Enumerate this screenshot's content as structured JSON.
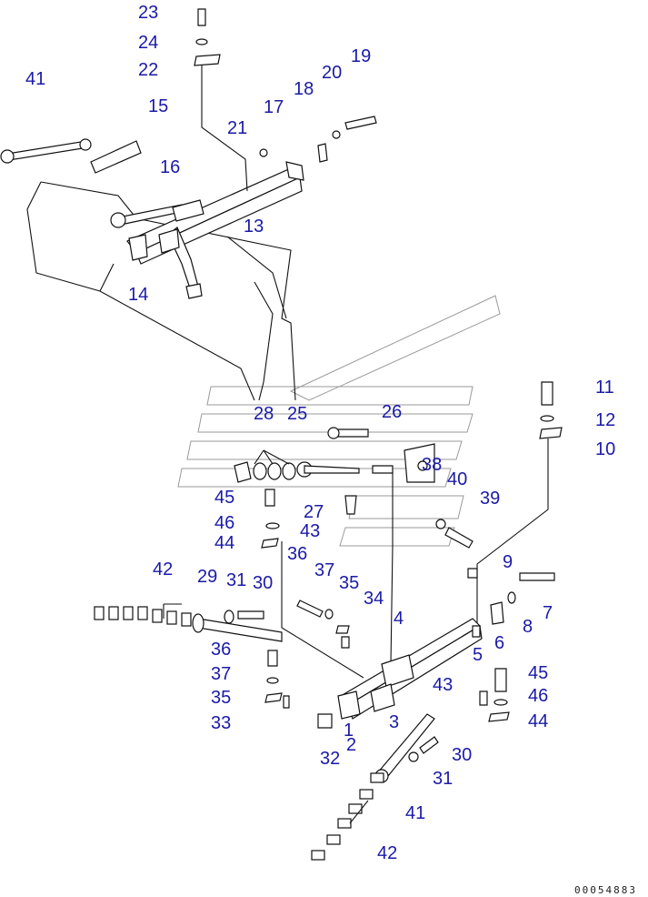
{
  "callouts": [
    {
      "label": "23"
    },
    {
      "label": "24"
    },
    {
      "label": "22"
    },
    {
      "label": "41"
    },
    {
      "label": "15"
    },
    {
      "label": "19"
    },
    {
      "label": "20"
    },
    {
      "label": "18"
    },
    {
      "label": "21"
    },
    {
      "label": "17"
    },
    {
      "label": "16"
    },
    {
      "label": "13"
    },
    {
      "label": "14"
    },
    {
      "label": "11"
    },
    {
      "label": "12"
    },
    {
      "label": "10"
    },
    {
      "label": "28"
    },
    {
      "label": "25"
    },
    {
      "label": "26"
    },
    {
      "label": "38"
    },
    {
      "label": "40"
    },
    {
      "label": "39"
    },
    {
      "label": "45"
    },
    {
      "label": "27"
    },
    {
      "label": "46"
    },
    {
      "label": "43"
    },
    {
      "label": "44"
    },
    {
      "label": "36"
    },
    {
      "label": "9"
    },
    {
      "label": "42"
    },
    {
      "label": "29"
    },
    {
      "label": "31"
    },
    {
      "label": "30"
    },
    {
      "label": "37"
    },
    {
      "label": "35"
    },
    {
      "label": "34"
    },
    {
      "label": "7"
    },
    {
      "label": "8"
    },
    {
      "label": "4"
    },
    {
      "label": "6"
    },
    {
      "label": "36"
    },
    {
      "label": "5"
    },
    {
      "label": "37"
    },
    {
      "label": "45"
    },
    {
      "label": "43"
    },
    {
      "label": "35"
    },
    {
      "label": "46"
    },
    {
      "label": "33"
    },
    {
      "label": "1"
    },
    {
      "label": "3"
    },
    {
      "label": "44"
    },
    {
      "label": "2"
    },
    {
      "label": "30"
    },
    {
      "label": "32"
    },
    {
      "label": "31"
    },
    {
      "label": "41"
    },
    {
      "label": "42"
    }
  ],
  "drawing_code": "00054883"
}
